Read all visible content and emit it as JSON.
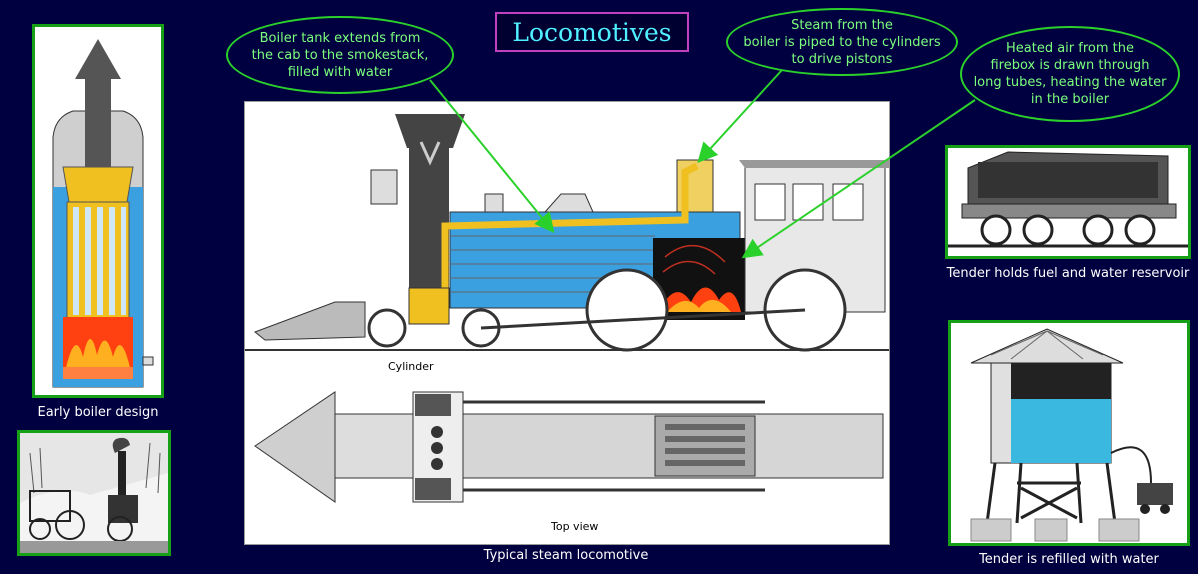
{
  "title": "Locomotives",
  "callouts": {
    "boiler_tank": "Boiler tank extends from\nthe cab to the smokestack,\nfilled with water",
    "steam": "Steam from the\nboiler is piped to the cylinders\nto drive pistons",
    "heated_air": "Heated air from the\nfirebox is drawn through\nlong tubes, heating the water\nin the boiler"
  },
  "labels": {
    "cylinder": "Cylinder",
    "top_view": "Top view"
  },
  "captions": {
    "early_boiler": "Early boiler design",
    "typical_locomotive": "Typical steam locomotive",
    "tender_holds": "Tender holds fuel and water reservoir",
    "tender_refilled": "Tender is refilled with water"
  },
  "colors": {
    "background": "#000040",
    "title": "#4ff0ff",
    "title_border": "#c040c0",
    "callout_border": "#2bd12b",
    "callout_text": "#7cff7c",
    "water": "#3aa0e0",
    "steam_pipe": "#f0c020",
    "fire": "#ff5020"
  }
}
